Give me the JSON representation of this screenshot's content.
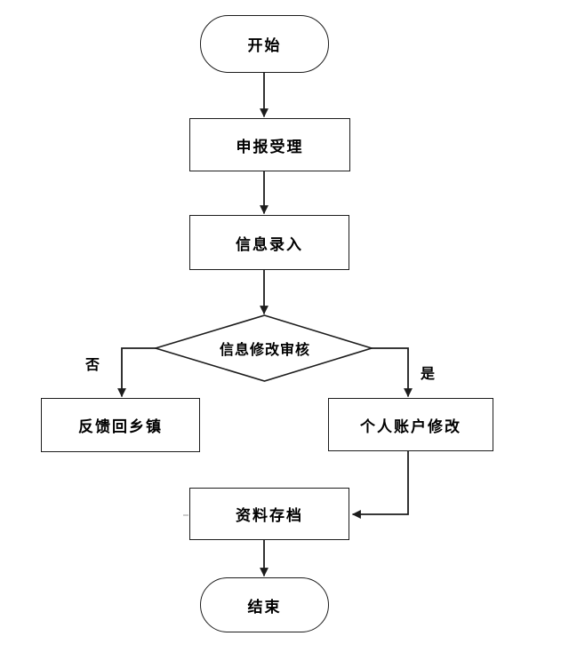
{
  "flowchart": {
    "type": "flowchart",
    "nodes": {
      "start": {
        "label": "开始",
        "type": "terminator"
      },
      "accept": {
        "label": "申报受理",
        "type": "process"
      },
      "input": {
        "label": "信息录入",
        "type": "process"
      },
      "review": {
        "label": "信息修改审核",
        "type": "decision"
      },
      "feedback": {
        "label": "反馈回乡镇",
        "type": "process"
      },
      "modify": {
        "label": "个人账户修改",
        "type": "process"
      },
      "archive": {
        "label": "资料存档",
        "type": "process"
      },
      "end": {
        "label": "结束",
        "type": "terminator"
      }
    },
    "edges": [
      {
        "from": "start",
        "to": "accept",
        "label": ""
      },
      {
        "from": "accept",
        "to": "input",
        "label": ""
      },
      {
        "from": "input",
        "to": "review",
        "label": ""
      },
      {
        "from": "review",
        "to": "feedback",
        "label": "否"
      },
      {
        "from": "review",
        "to": "modify",
        "label": "是"
      },
      {
        "from": "modify",
        "to": "archive",
        "label": ""
      },
      {
        "from": "archive",
        "to": "end",
        "label": ""
      }
    ],
    "colors": {
      "line": "#1c1c1c",
      "background": "#ffffff",
      "text": "#000000"
    }
  }
}
